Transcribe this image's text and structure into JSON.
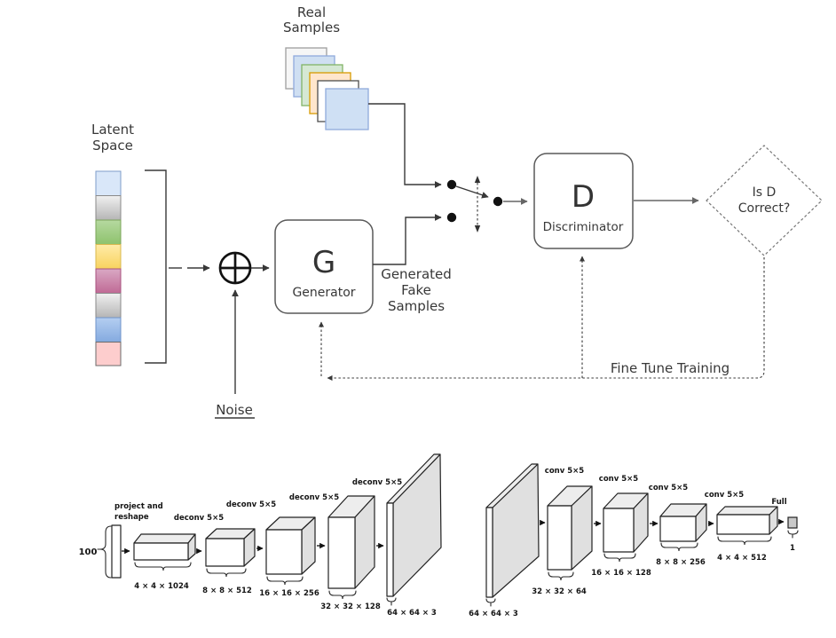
{
  "gan": {
    "real_samples_label": [
      "Real",
      "Samples"
    ],
    "latent_space_label": [
      "Latent",
      "Space"
    ],
    "noise_label": "Noise",
    "generator_symbol": "G",
    "generator_name": "Generator",
    "discriminator_symbol": "D",
    "discriminator_name": "Discriminator",
    "generated_fake_label": [
      "Generated",
      "Fake",
      "Samples"
    ],
    "decision_label": [
      "Is D",
      "Correct?"
    ],
    "fine_tune_label": "Fine Tune Training"
  },
  "dcgan_generator": {
    "input_dim": "100",
    "project_label": [
      "project and",
      "reshape"
    ],
    "ops": [
      "deconv 5×5",
      "deconv 5×5",
      "deconv 5×5",
      "deconv 5×5"
    ],
    "layer_dims": [
      "4 × 4 × 1024",
      "8 × 8 × 512",
      "16 × 16 × 256",
      "32 × 32 × 128",
      "64 × 64 × 3"
    ]
  },
  "dcgan_discriminator": {
    "input_dim": "64 × 64 × 3",
    "ops": [
      "conv 5×5",
      "conv 5×5",
      "conv 5×5",
      "conv 5×5"
    ],
    "full_label": "Full",
    "layer_dims": [
      "32 × 32 × 64",
      "16 × 16 × 128",
      "8 × 8 × 256",
      "4 × 4 × 512"
    ],
    "output_dim": "1"
  },
  "colors": {
    "latent_blocks": [
      {
        "fill": "#d9e7f9",
        "border": "#7e9cc9"
      },
      {
        "top": "#f0f0f0",
        "bottom": "#b5b5b5",
        "border": "#8a8a8a"
      },
      {
        "top": "#b6d9a0",
        "bottom": "#8ec26d",
        "border": "#7ba55a"
      },
      {
        "top": "#ffeba8",
        "bottom": "#f8d35e",
        "border": "#d8b84e"
      },
      {
        "top": "#d9a8c4",
        "bottom": "#c06a95",
        "border": "#a8537f"
      },
      {
        "top": "#f0f0f0",
        "bottom": "#b5b5b5",
        "border": "#8a8a8a"
      },
      {
        "top": "#b4cef1",
        "bottom": "#84aadf",
        "border": "#6f93c9"
      },
      {
        "fill": "#fdcdcd",
        "border": "#6b6b6b"
      }
    ],
    "sample_cards": [
      {
        "fill": "#f6f6f6",
        "border": "#9e9e9e"
      },
      {
        "fill": "#cfdff2",
        "border": "#8faadc"
      },
      {
        "fill": "#d5e8d4",
        "border": "#82b366"
      },
      {
        "fill": "#ffe6cc",
        "border": "#d79b00"
      },
      {
        "fill": "#ffffff",
        "border": "#4d4d4d"
      },
      {
        "fill": "#cfe0f4",
        "border": "#8faadc"
      }
    ]
  }
}
